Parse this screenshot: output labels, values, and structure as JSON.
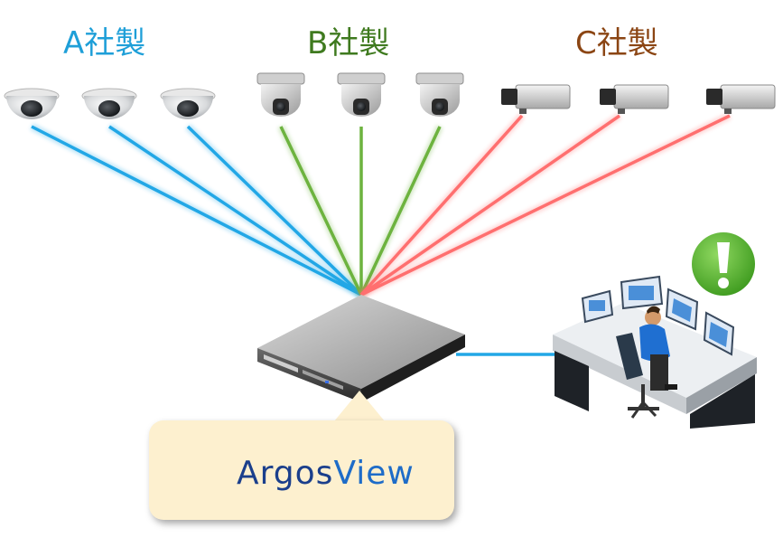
{
  "vendors": {
    "a": {
      "label": "A社製",
      "color": "#1e9fd8",
      "line_color": "#22a7e6",
      "camera_type": "dome-camera"
    },
    "b": {
      "label": "B社製",
      "color": "#3f7a1f",
      "line_color": "#6db33f",
      "camera_type": "ptz-dome-camera"
    },
    "c": {
      "label": "C社製",
      "color": "#8b4513",
      "line_color": "#ff6f6f",
      "camera_type": "box-camera"
    }
  },
  "brand": {
    "name_part1": "Argos",
    "name_part2": "View"
  },
  "icons": {
    "alert": "exclamation-alert-icon",
    "server": "rack-server-icon",
    "operator": "monitoring-operator-icon",
    "logo": "argosview-logo-icon"
  },
  "colors": {
    "alert_green": "#5cb531",
    "server_link": "#22a7e6",
    "callout_bg": "#fdf0cf"
  }
}
